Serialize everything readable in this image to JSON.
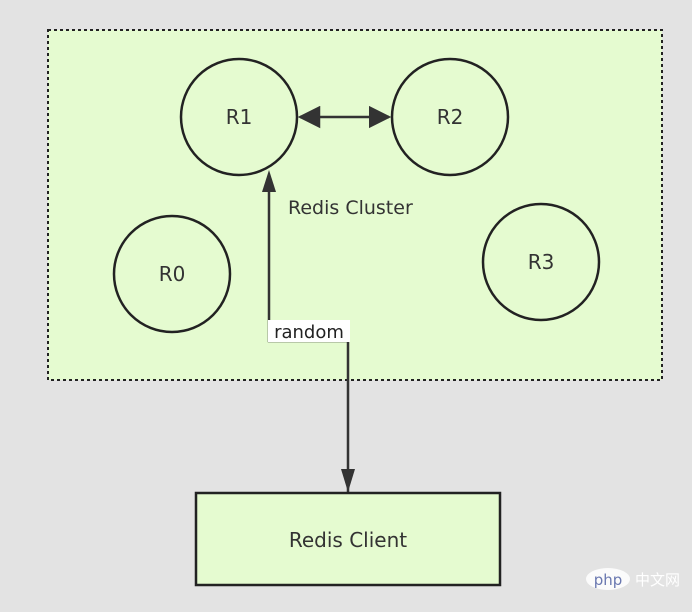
{
  "cluster": {
    "label": "Redis Cluster",
    "nodes": [
      {
        "id": "R1",
        "label": "R1"
      },
      {
        "id": "R2",
        "label": "R2"
      },
      {
        "id": "R0",
        "label": "R0"
      },
      {
        "id": "R3",
        "label": "R3"
      }
    ]
  },
  "client": {
    "label": "Redis Client"
  },
  "edges": [
    {
      "from": "R1",
      "to": "R2",
      "bidirectional": true,
      "label": ""
    },
    {
      "from": "Redis Client",
      "to": "R1",
      "bidirectional": false,
      "label": "random"
    }
  ],
  "watermark": {
    "logo_text": "php",
    "site_text": "中文网"
  },
  "colors": {
    "background": "#e3e3e3",
    "region_fill": "#e5fbd0",
    "client_fill": "#e5fbd0",
    "stroke": "#222222",
    "node_fill": "#e5fbd0"
  }
}
